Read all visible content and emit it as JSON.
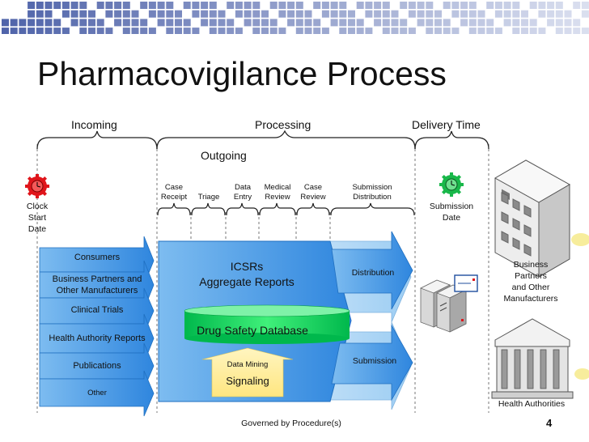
{
  "title": "Pharmacovigilance Process",
  "phases": {
    "incoming": "Incoming",
    "processing": "Processing",
    "delivery_time": "Delivery Time",
    "outgoing": "Outgoing"
  },
  "clock_start": [
    "Clock",
    "Start",
    "Date"
  ],
  "submission_date": [
    "Submission",
    "Date"
  ],
  "steps": [
    [
      "Case",
      "Receipt"
    ],
    [
      "Triage"
    ],
    [
      "Data",
      "Entry"
    ],
    [
      "Medical",
      "Review"
    ],
    [
      "Case",
      "Review"
    ],
    [
      "Submission",
      "Distribution"
    ]
  ],
  "sources": [
    [
      "Consumers"
    ],
    [
      "Business Partners and",
      "Other Manufacturers"
    ],
    [
      "Clinical Trials"
    ],
    [
      "Health Authority Reports"
    ],
    [
      "Publications"
    ],
    [
      "Other"
    ]
  ],
  "center": {
    "icsrs": "ICSRs",
    "aggregate": "Aggregate Reports",
    "database": "Drug Safety Database",
    "data_mining": "Data Mining",
    "signaling": "Signaling"
  },
  "outputs": {
    "distribution": "Distribution",
    "submission": "Submission"
  },
  "recipients": {
    "business_partners": [
      "Business",
      "Partners",
      "and Other",
      "Manufacturers"
    ],
    "health_authorities": "Health Authorities"
  },
  "footer": {
    "governed": "Governed by Procedure(s)",
    "page_number": "4"
  },
  "colors": {
    "arrow_blue": "#3a8ee0",
    "arrow_light": "#a9d3f5",
    "db_green": "#00d05a",
    "signal_yellow": "#ffe98a",
    "clock_red": "#e0151b",
    "clock_green": "#19b84a"
  }
}
